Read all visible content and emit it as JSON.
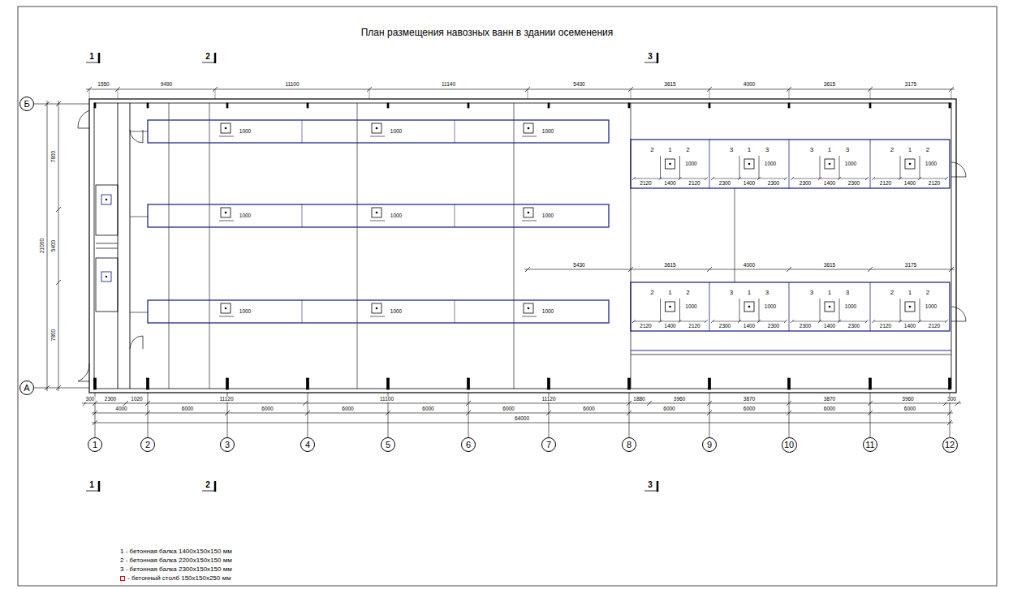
{
  "diagram": {
    "title": "План размещения навозных ванн в здании осеменения",
    "nodes": [
      {
        "text": [
          "Б"
        ]
      },
      {
        "text": [
          "А"
        ]
      },
      {
        "text": [
          "1"
        ]
      },
      {
        "text": [
          "2"
        ]
      },
      {
        "text": [
          "3"
        ]
      },
      {
        "text": [
          "4"
        ]
      },
      {
        "text": [
          "5"
        ]
      },
      {
        "text": [
          "6"
        ]
      },
      {
        "text": [
          "7"
        ]
      },
      {
        "text": [
          "8"
        ]
      },
      {
        "text": [
          "9"
        ]
      },
      {
        "text": [
          "10"
        ]
      },
      {
        "text": [
          "11"
        ]
      },
      {
        "text": [
          "12"
        ]
      }
    ],
    "labels": [
      "1",
      "2",
      "3",
      "1",
      "2",
      "3",
      "1550",
      "9490",
      "11100",
      "11140",
      "5430",
      "3615",
      "4000",
      "3615",
      "3175",
      "300",
      "2300",
      "1020",
      "11120",
      "11100",
      "11120",
      "1880",
      "3960",
      "3870",
      "3870",
      "3960",
      "300",
      "4000",
      "6000",
      "6000",
      "6000",
      "6000",
      "6000",
      "6000",
      "6000",
      "6000",
      "6000",
      "6000",
      "64000",
      "21000",
      "7800",
      "5400",
      "7800",
      "1000",
      "1000",
      "1000",
      "1000",
      "1000",
      "1000",
      "1000",
      "1000",
      "1000",
      "2",
      "1",
      "2",
      "1000",
      "2120",
      "1400",
      "2120",
      "3",
      "1",
      "3",
      "1000",
      "2300",
      "1400",
      "2300",
      "3",
      "1",
      "3",
      "1000",
      "2300",
      "1400",
      "2300",
      "2",
      "1",
      "2",
      "1000",
      "2120",
      "1400",
      "2120",
      "2",
      "1",
      "2",
      "1000",
      "2120",
      "1400",
      "2120",
      "3",
      "1",
      "3",
      "1000",
      "2300",
      "1400",
      "2300",
      "3",
      "1",
      "3",
      "1000",
      "2300",
      "1400",
      "2300",
      "2",
      "1",
      "2",
      "1000",
      "2120",
      "1400",
      "2120",
      "5430",
      "3615",
      "4000",
      "3615",
      "3175"
    ],
    "legend": [
      {
        "text": "1 - бетонная балка 1400x150x150 мм"
      },
      {
        "text": "2 - бетонная балка 2200x150x150 мм"
      },
      {
        "text": "3 - бетонная балка 2300x150x150 мм"
      },
      {
        "text": "- бетонный столб 150x150x250 мм",
        "color": "#e00000"
      }
    ]
  }
}
